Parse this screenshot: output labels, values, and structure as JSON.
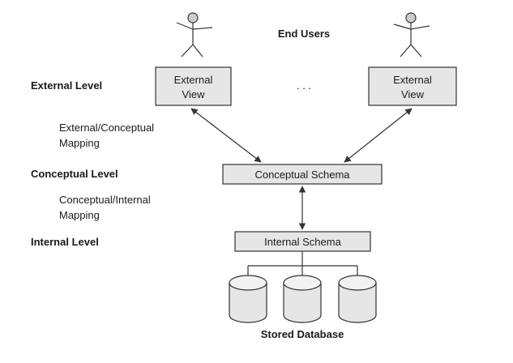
{
  "level_labels": {
    "external": "External Level",
    "external_conceptual_mapping_line1": "External/Conceptual",
    "external_conceptual_mapping_line2": "Mapping",
    "conceptual": "Conceptual Level",
    "conceptual_internal_mapping_line1": "Conceptual/Internal",
    "conceptual_internal_mapping_line2": "Mapping",
    "internal": "Internal Level"
  },
  "end_users_label": "End Users",
  "external_views": [
    {
      "line1": "External",
      "line2": "View"
    },
    {
      "line1": "External",
      "line2": "View"
    }
  ],
  "ellipsis": ". . .",
  "conceptual_schema_label": "Conceptual Schema",
  "internal_schema_label": "Internal Schema",
  "stored_database_label": "Stored Database",
  "colors": {
    "box_fill": "#e6e6e6",
    "stroke": "#333333",
    "actor_head": "#cccccc"
  }
}
